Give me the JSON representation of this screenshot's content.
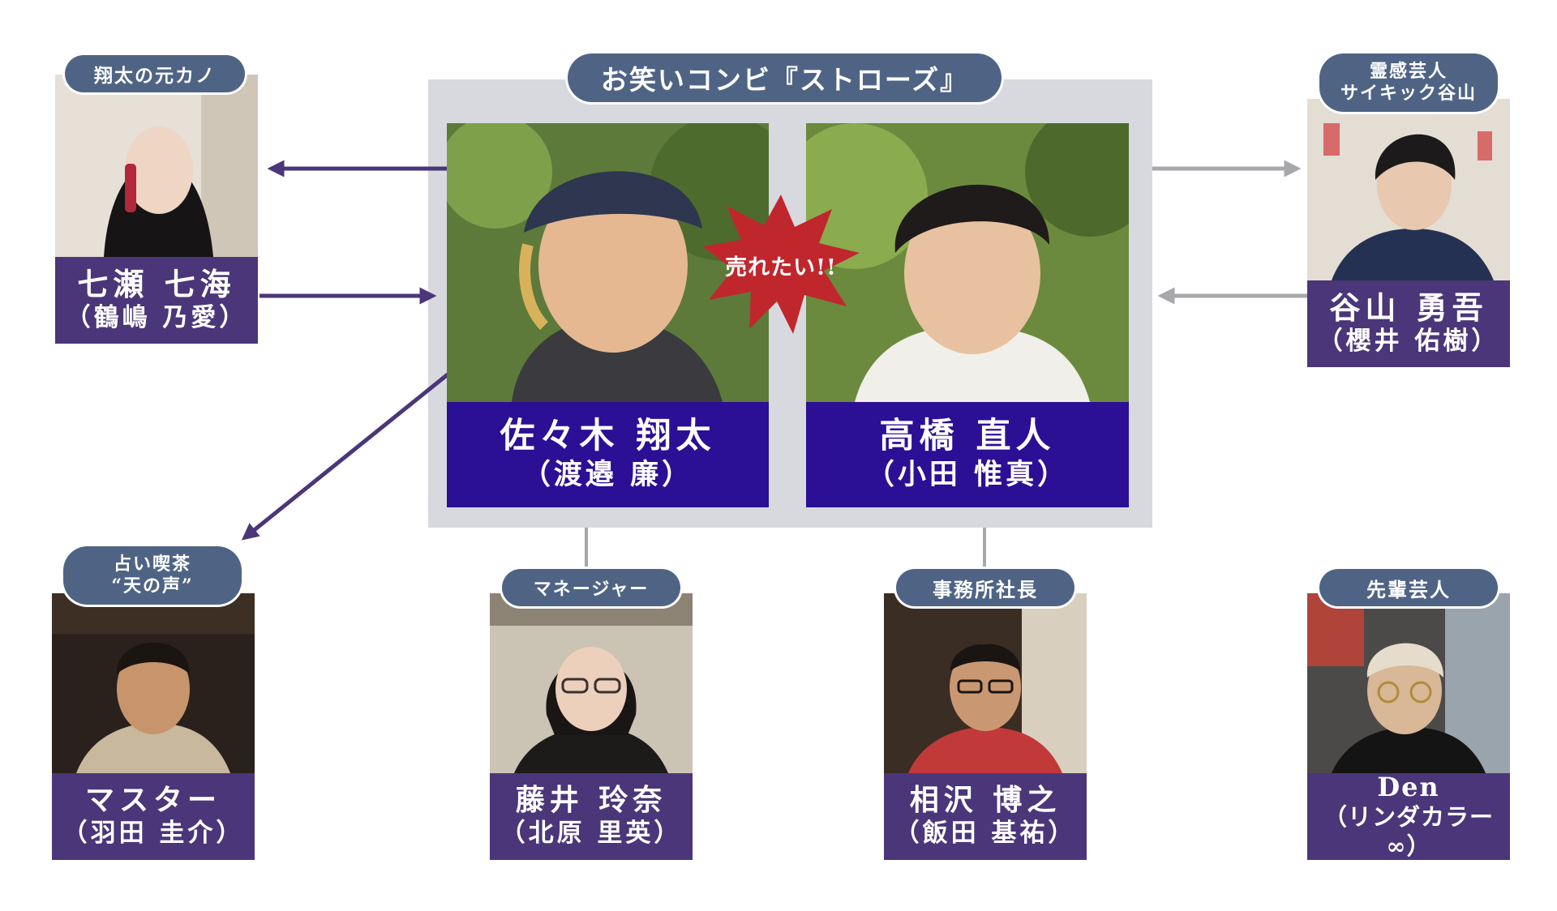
{
  "group": {
    "label": "お笑いコンビ『ストローズ』"
  },
  "burst": {
    "text": "売れたい!!",
    "color": "#c0272d"
  },
  "colors": {
    "main_plate": "#2b0f94",
    "side_plate": "#4a3679",
    "tag": "#4f6485",
    "group_box": "#d8d9de",
    "arrow_purple": "#4a3679",
    "arrow_gray": "#a8a8ac"
  },
  "characters": {
    "shota": {
      "name": "佐々木 翔太",
      "actor": "（渡邉 廉）"
    },
    "naoto": {
      "name": "高橋 直人",
      "actor": "（小田 惟真）"
    },
    "nanase": {
      "tag": "翔太の元カノ",
      "name": "七瀬 七海",
      "actor": "（鶴嶋 乃愛）"
    },
    "taniyama": {
      "tag_line1": "霊感芸人",
      "tag_line2": "サイキック谷山",
      "name": "谷山 勇吾",
      "actor": "（櫻井 佑樹）"
    },
    "master": {
      "tag_line1": "占い喫茶",
      "tag_line2": "“天の声”",
      "name": "マスター",
      "actor": "（羽田 圭介）"
    },
    "fujii": {
      "tag": "マネージャー",
      "name": "藤井 玲奈",
      "actor": "（北原 里英）"
    },
    "aizawa": {
      "tag": "事務所社長",
      "name": "相沢 博之",
      "actor": "（飯田 基祐）"
    },
    "den": {
      "tag": "先輩芸人",
      "name": "Den",
      "actor": "（リンダカラー∞）"
    }
  },
  "icons": {
    "arrows": [
      "arrow-left-icon",
      "arrow-right-icon",
      "arrow-down-left-icon"
    ],
    "burst": "explosion-burst-icon"
  }
}
